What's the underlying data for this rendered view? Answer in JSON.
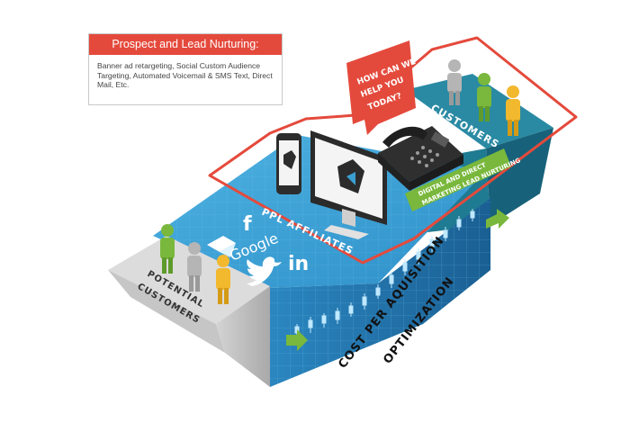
{
  "callout": {
    "title": "Prospect and Lead Nurturing:",
    "body": "Banner ad retargeting, Social Custom Audience Targeting, Automated Voicemail & SMS Text, Direct Mail, Etc."
  },
  "bubble_text": [
    "HOW CAN WE",
    "HELP YOU",
    "TODAY?"
  ],
  "labels": {
    "customers": "CUSTOMERS",
    "potential_line1": "POTENTIAL",
    "potential_line2": "CUSTOMERS",
    "ppl_affiliates": "PPL AFFILIATES",
    "google": "Google",
    "linkedin": "in",
    "facebook": "f",
    "digital_line1": "DIGITAL AND DIRECT",
    "digital_line2": "MARKETING LEAD NURTURING",
    "cpa_line1": "COST PER AQUISITION",
    "cpa_line2": "OPTIMIZATION"
  },
  "colors": {
    "accent_red": "#e44a3c",
    "platform_blue": "#3a9fd0",
    "platform_dark": "#1d5f8c",
    "teal": "#1d7a8c",
    "green": "#79b83c",
    "yellow": "#f2b82e",
    "grey": "#b5b5b5"
  },
  "icons": [
    "phone-icon",
    "smartphone-icon",
    "monitor-icon",
    "facebook-icon",
    "google-icon",
    "linkedin-icon",
    "twitter-icon",
    "paper-plane-icon",
    "person-icon",
    "arrow-icon"
  ]
}
